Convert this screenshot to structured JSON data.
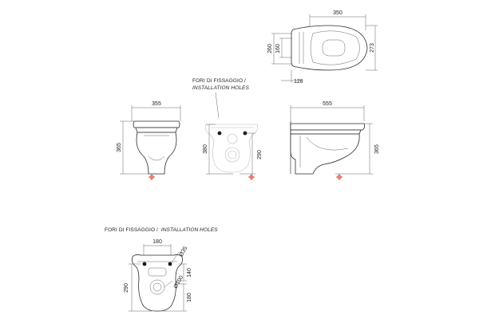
{
  "labels": {
    "installation_holes_top_it": "FORI DI FISSAGGIO /",
    "installation_holes_top_en": "INSTALLATION HOLES",
    "installation_holes_bottom_it": "FORI DI FISSAGGIO /",
    "installation_holes_bottom_en": "INSTALLATION HOLES"
  },
  "top_view": {
    "width": "350",
    "depth_outer": "273",
    "depth_a": "260",
    "depth_b": "160",
    "offset": "128"
  },
  "front_view": {
    "width": "355",
    "height": "365"
  },
  "rear_view": {
    "height": "380",
    "hole_height": "290"
  },
  "side_view": {
    "length": "555",
    "height": "365"
  },
  "bracket_view": {
    "hole_spacing": "180",
    "bolt_diameter": "Ø35",
    "vertical_140": "140",
    "outlet_diameter": "Ø100",
    "bottom_180": "180",
    "height": "290"
  },
  "colors": {
    "line": "#2a2a2a",
    "ghost": "#bdbdbd",
    "marker": "#d63a2b",
    "bolt": "#1a1a1a"
  }
}
